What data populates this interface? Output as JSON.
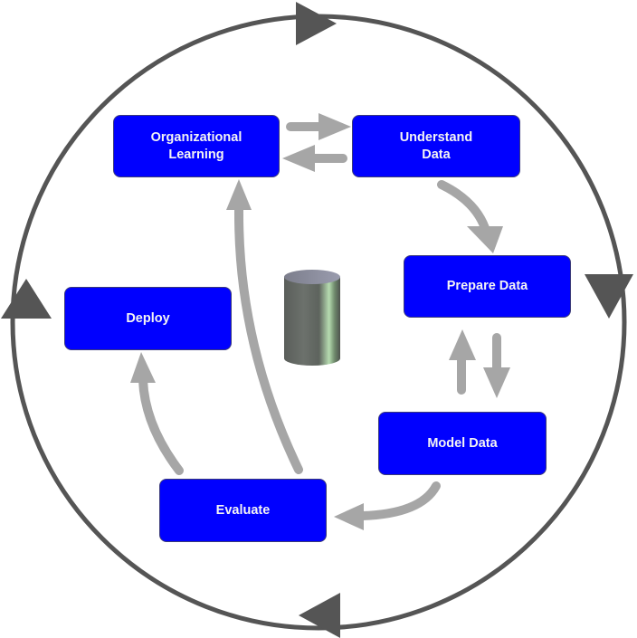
{
  "diagram": {
    "type": "process-cycle",
    "colors": {
      "box_fill": "#0000ff",
      "box_text": "#f4f4f4",
      "outer_ring": "#555555",
      "inner_arrows": "#a6a6a6",
      "cylinder": "#6a706a"
    },
    "steps": [
      {
        "id": "organizational-learning",
        "label": "Organizational\nLearning"
      },
      {
        "id": "understand-data",
        "label": "Understand\nData"
      },
      {
        "id": "prepare-data",
        "label": "Prepare Data"
      },
      {
        "id": "model-data",
        "label": "Model Data"
      },
      {
        "id": "evaluate",
        "label": "Evaluate"
      },
      {
        "id": "deploy",
        "label": "Deploy"
      }
    ],
    "flows": [
      {
        "from": "organizational-learning",
        "to": "understand-data"
      },
      {
        "from": "understand-data",
        "to": "organizational-learning"
      },
      {
        "from": "understand-data",
        "to": "prepare-data"
      },
      {
        "from": "prepare-data",
        "to": "model-data"
      },
      {
        "from": "model-data",
        "to": "prepare-data"
      },
      {
        "from": "model-data",
        "to": "evaluate"
      },
      {
        "from": "evaluate",
        "to": "deploy"
      },
      {
        "from": "evaluate",
        "to": "organizational-learning"
      }
    ],
    "outer_cycle": {
      "direction": "clockwise",
      "arrowheads": [
        "top",
        "right",
        "bottom",
        "left"
      ]
    },
    "center_icon": "database-cylinder-icon"
  }
}
